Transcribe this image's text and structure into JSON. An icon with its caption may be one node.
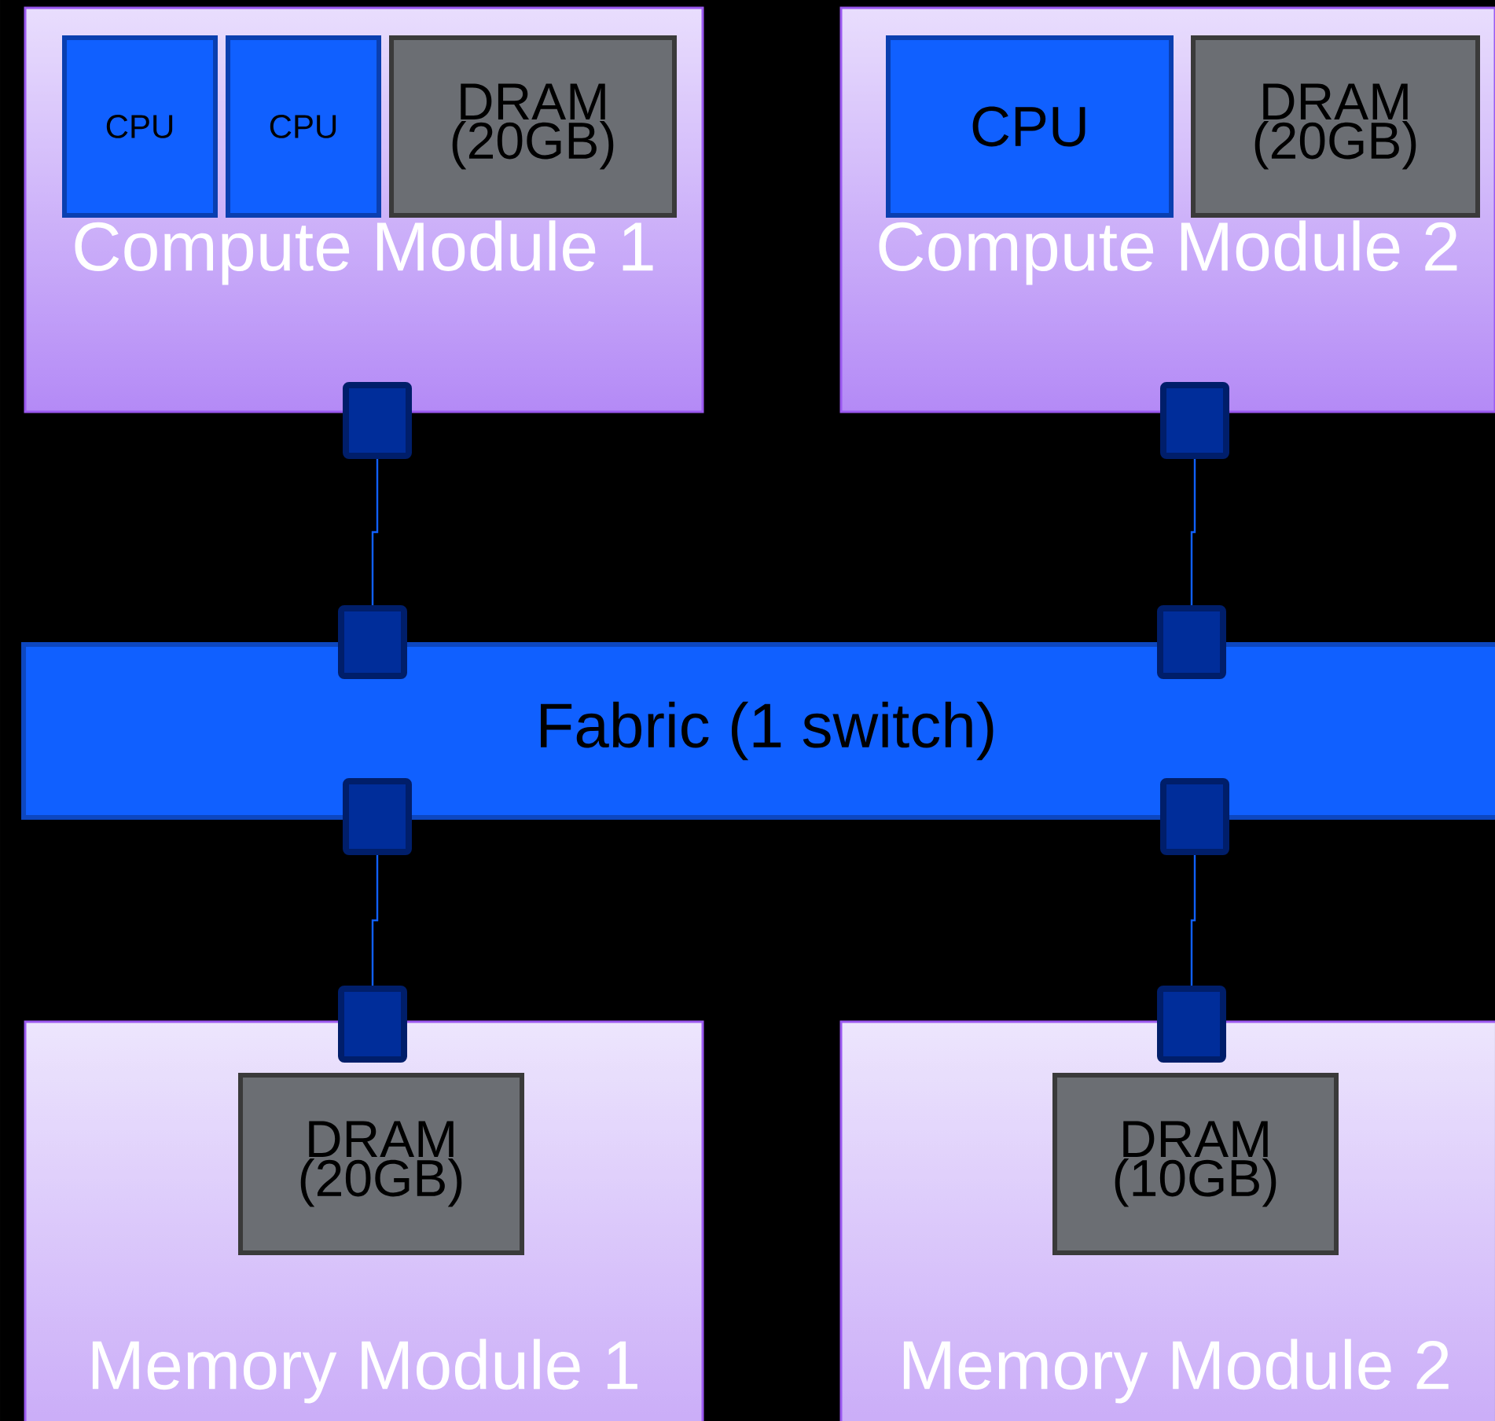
{
  "diagram": {
    "nodes": [
      {
        "text": [
          "Compute Module 1"
        ]
      },
      {
        "text": [
          "CPU"
        ],
        "in": 0
      },
      {
        "text": [
          "CPU"
        ],
        "in": 0
      },
      {
        "text": [
          "DRAM (20GB)"
        ],
        "in": 0
      },
      {
        "text": [
          "Compute Module 2"
        ]
      },
      {
        "text": [
          "CPU"
        ],
        "in": 4
      },
      {
        "text": [
          "DRAM (20GB)"
        ],
        "in": 4
      },
      {
        "text": [
          "Fabric (1 switch)"
        ]
      },
      {
        "text": [
          "Memory Module 1"
        ]
      },
      {
        "text": [
          "DRAM (20GB)"
        ],
        "in": 8
      },
      {
        "text": [
          "Memory Module 2"
        ]
      },
      {
        "text": [
          "DRAM (10GB)"
        ],
        "in": 10
      },
      {
        "text": [],
        "shape": "box"
      },
      {
        "text": [],
        "shape": "box"
      },
      {
        "text": [],
        "shape": "box"
      },
      {
        "text": [],
        "shape": "box"
      },
      {
        "text": [],
        "shape": "box"
      },
      {
        "text": [],
        "shape": "box"
      },
      {
        "text": [],
        "shape": "box"
      },
      {
        "text": [],
        "shape": "box"
      }
    ],
    "edges": [
      {
        "from": 12,
        "to": 14,
        "arrow": "none"
      },
      {
        "from": 13,
        "to": 15,
        "arrow": "none"
      },
      {
        "from": 16,
        "to": 18,
        "arrow": "none"
      },
      {
        "from": 17,
        "to": 19,
        "arrow": "none"
      }
    ]
  }
}
